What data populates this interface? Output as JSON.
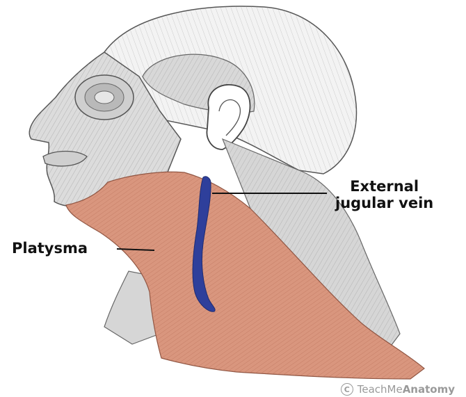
{
  "labels": {
    "external_jugular_line1": "External",
    "external_jugular_line2": "jugular vein",
    "platysma": "Platysma"
  },
  "watermark": {
    "symbol": "C",
    "brand_light": "TeachMe",
    "brand_bold": "Anatomy"
  },
  "colors": {
    "platysma": "#d9967e",
    "vein": "#2e3f9b",
    "muscle_gray": "#c9c9c9",
    "line": "#111111"
  }
}
